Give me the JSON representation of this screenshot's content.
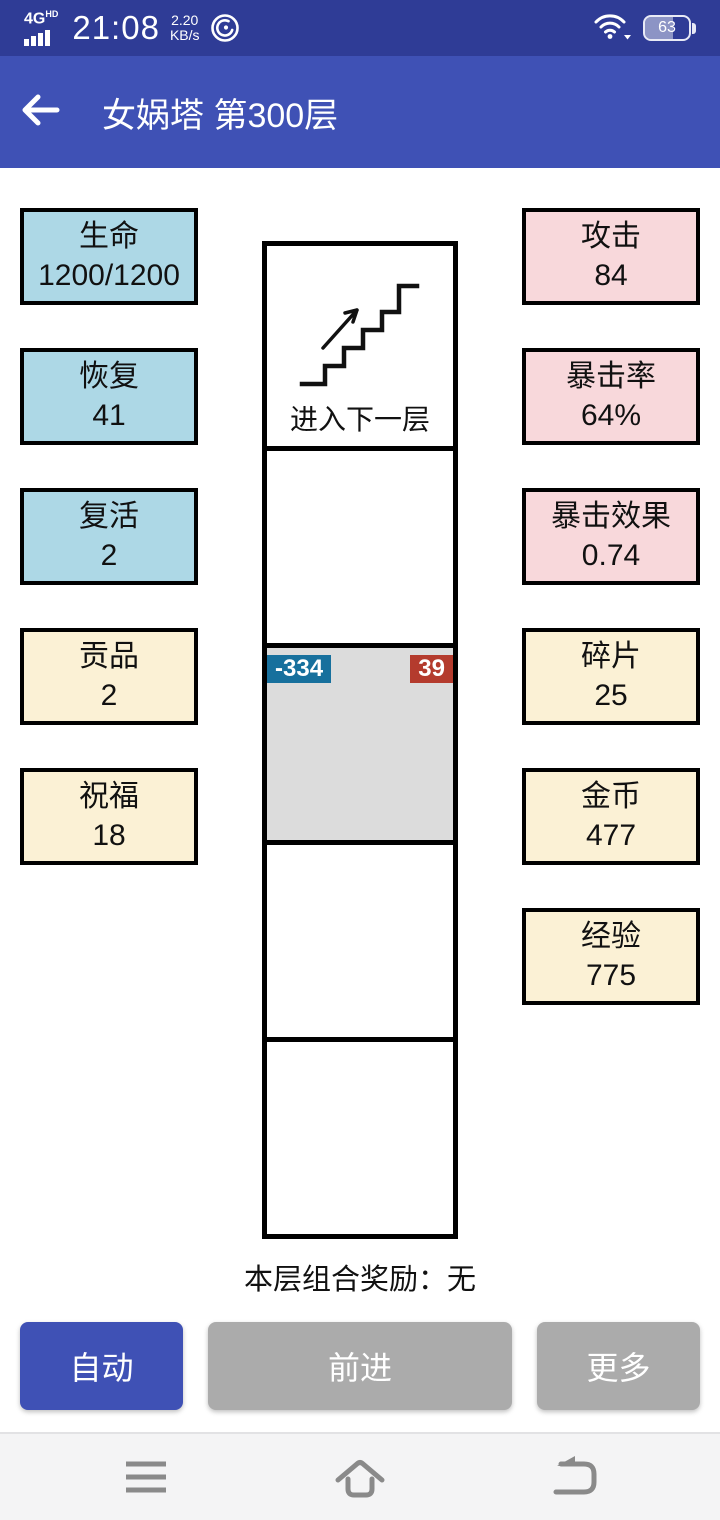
{
  "status_bar": {
    "network": "4G",
    "network_badge": "HD",
    "time": "21:08",
    "speed_value": "2.20",
    "speed_unit": "KB/s",
    "battery_percent": "63"
  },
  "app_bar": {
    "title": "女娲塔 第300层"
  },
  "stats_left": [
    {
      "label": "生命",
      "value": "1200/1200"
    },
    {
      "label": "恢复",
      "value": "41"
    },
    {
      "label": "复活",
      "value": "2"
    },
    {
      "label": "贡品",
      "value": "2"
    },
    {
      "label": "祝福",
      "value": "18"
    }
  ],
  "stats_right": [
    {
      "label": "攻击",
      "value": "84"
    },
    {
      "label": "暴击率",
      "value": "64%"
    },
    {
      "label": "暴击效果",
      "value": "0.74"
    },
    {
      "label": "碎片",
      "value": "25"
    },
    {
      "label": "金币",
      "value": "477"
    },
    {
      "label": "经验",
      "value": "775"
    }
  ],
  "track": {
    "exit_cell": {
      "label": "进入下一层"
    },
    "active_cell": {
      "damage": "-334",
      "enemy_hp": "39"
    }
  },
  "reward": {
    "text": "本层组合奖励：无"
  },
  "action_buttons": [
    {
      "label": "自动"
    },
    {
      "label": "前进"
    },
    {
      "label": "更多"
    }
  ],
  "colors": {
    "status_bar_bg": "#2F3C96",
    "app_bar_bg": "#3F51B5",
    "stat_blue": "#ADD8E6",
    "stat_pink": "#F8D8DB",
    "stat_cream": "#FBF1D5",
    "active_cell_bg": "#DCDCDC",
    "damage_badge": "#17709D",
    "enemy_badge": "#B43B2D",
    "auto_button": "#3F51B5",
    "gray_button": "#ABABAB"
  }
}
